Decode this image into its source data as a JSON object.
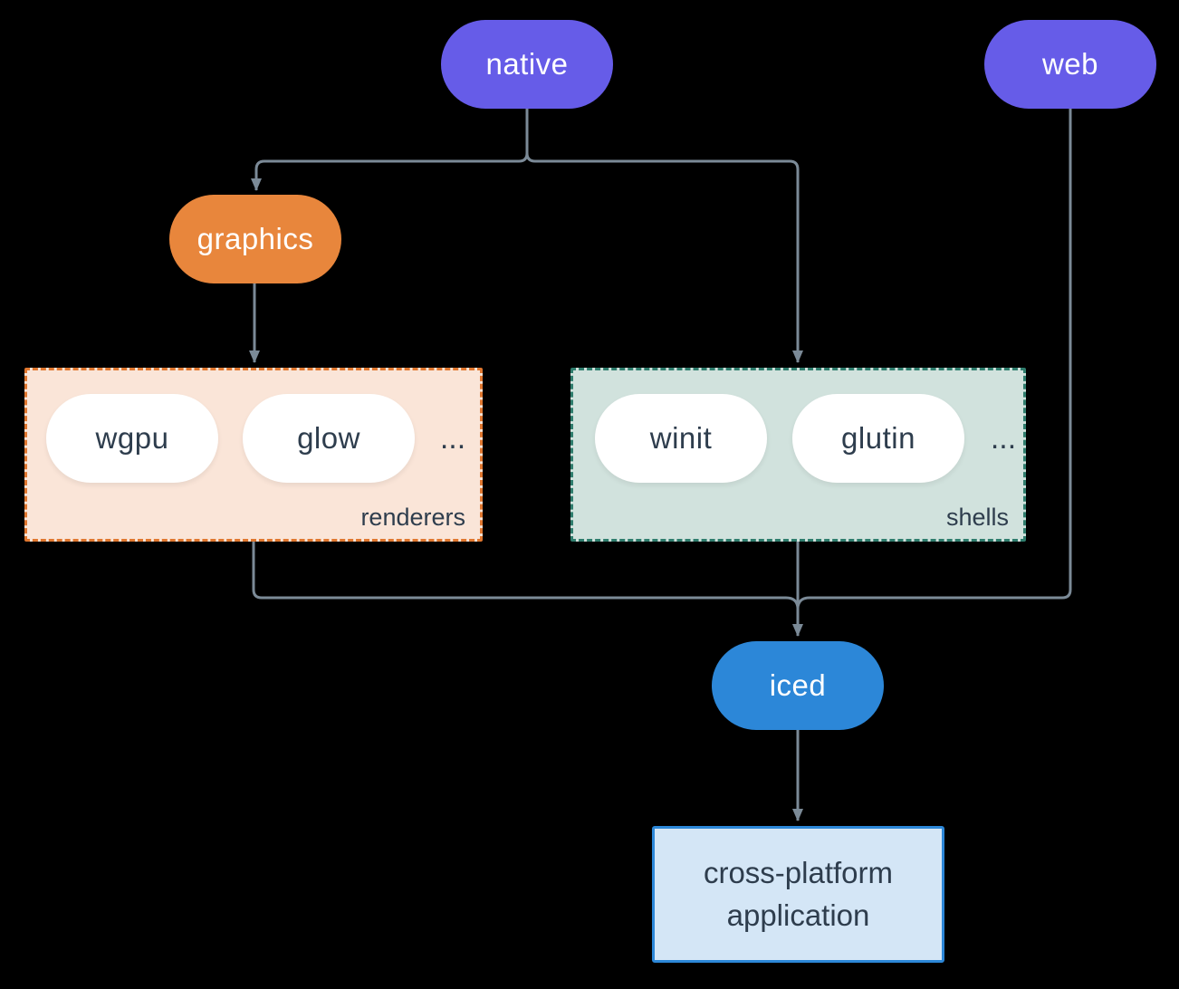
{
  "colors": {
    "bg": "#000000",
    "line": "#7b8a97",
    "purple": "#665ce8",
    "orange": "#e8863c",
    "orange-border": "#e0772f",
    "peach": "#fae5d8",
    "sage": "#d1e2dd",
    "teal-border": "#2f7d6d",
    "blue": "#2c87d8",
    "app-bg": "#d4e6f6",
    "dark": "#2e3d4d",
    "pill-white": "#ffffff"
  },
  "nodes": {
    "native": {
      "label": "native"
    },
    "web": {
      "label": "web"
    },
    "graphics": {
      "label": "graphics"
    },
    "iced": {
      "label": "iced"
    },
    "app": {
      "lines": [
        "cross-platform",
        "application"
      ]
    }
  },
  "groups": {
    "renderers": {
      "label": "renderers",
      "ellipsis": "...",
      "items": [
        {
          "label": "wgpu"
        },
        {
          "label": "glow"
        }
      ]
    },
    "shells": {
      "label": "shells",
      "ellipsis": "...",
      "items": [
        {
          "label": "winit"
        },
        {
          "label": "glutin"
        }
      ]
    }
  }
}
